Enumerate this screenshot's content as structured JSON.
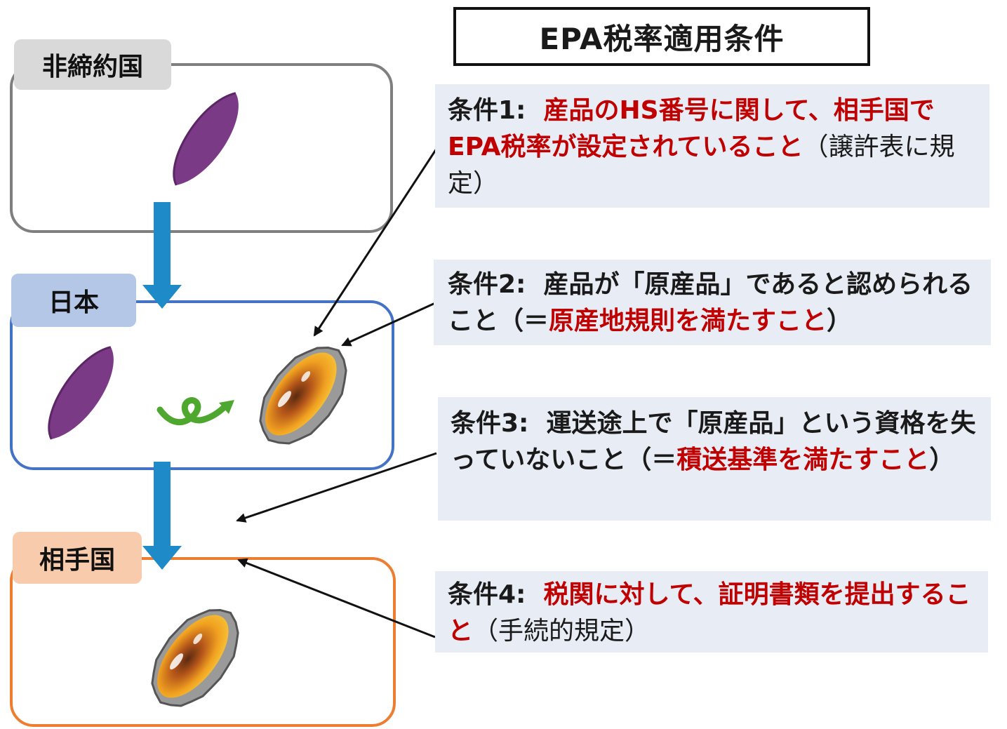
{
  "title": "EPA税率適用条件",
  "countries": {
    "nonparty": "非締約国",
    "japan": "日本",
    "partner": "相手国"
  },
  "conditions": [
    {
      "label": "条件1:",
      "red": "産品のHS番号に関して、相手国でEPA税率が設定されていること",
      "black": "（譲許表に規定）"
    },
    {
      "label": "条件2:",
      "black1": "産品が「原産品」であると認められること（＝",
      "red": "原産地規則を満たすこと",
      "black2": "）"
    },
    {
      "label": "条件3:",
      "black1": "運送途上で「原産品」という資格を失っていないこと（＝",
      "red": "積送基準を満たすこと",
      "black2": "）"
    },
    {
      "label": "条件4:",
      "red": "税関に対して、証明書類を提出すること",
      "black": "（手続的規定）"
    }
  ],
  "colors": {
    "nonparty_frame": "#7f7f7f",
    "japan_frame": "#4472c4",
    "partner_frame": "#ed7d31",
    "flow_arrow": "#1f8ac8",
    "process_arrow": "#4ea72e",
    "highlight_red": "#c00000",
    "panel_bg": "#e8ecf4"
  }
}
